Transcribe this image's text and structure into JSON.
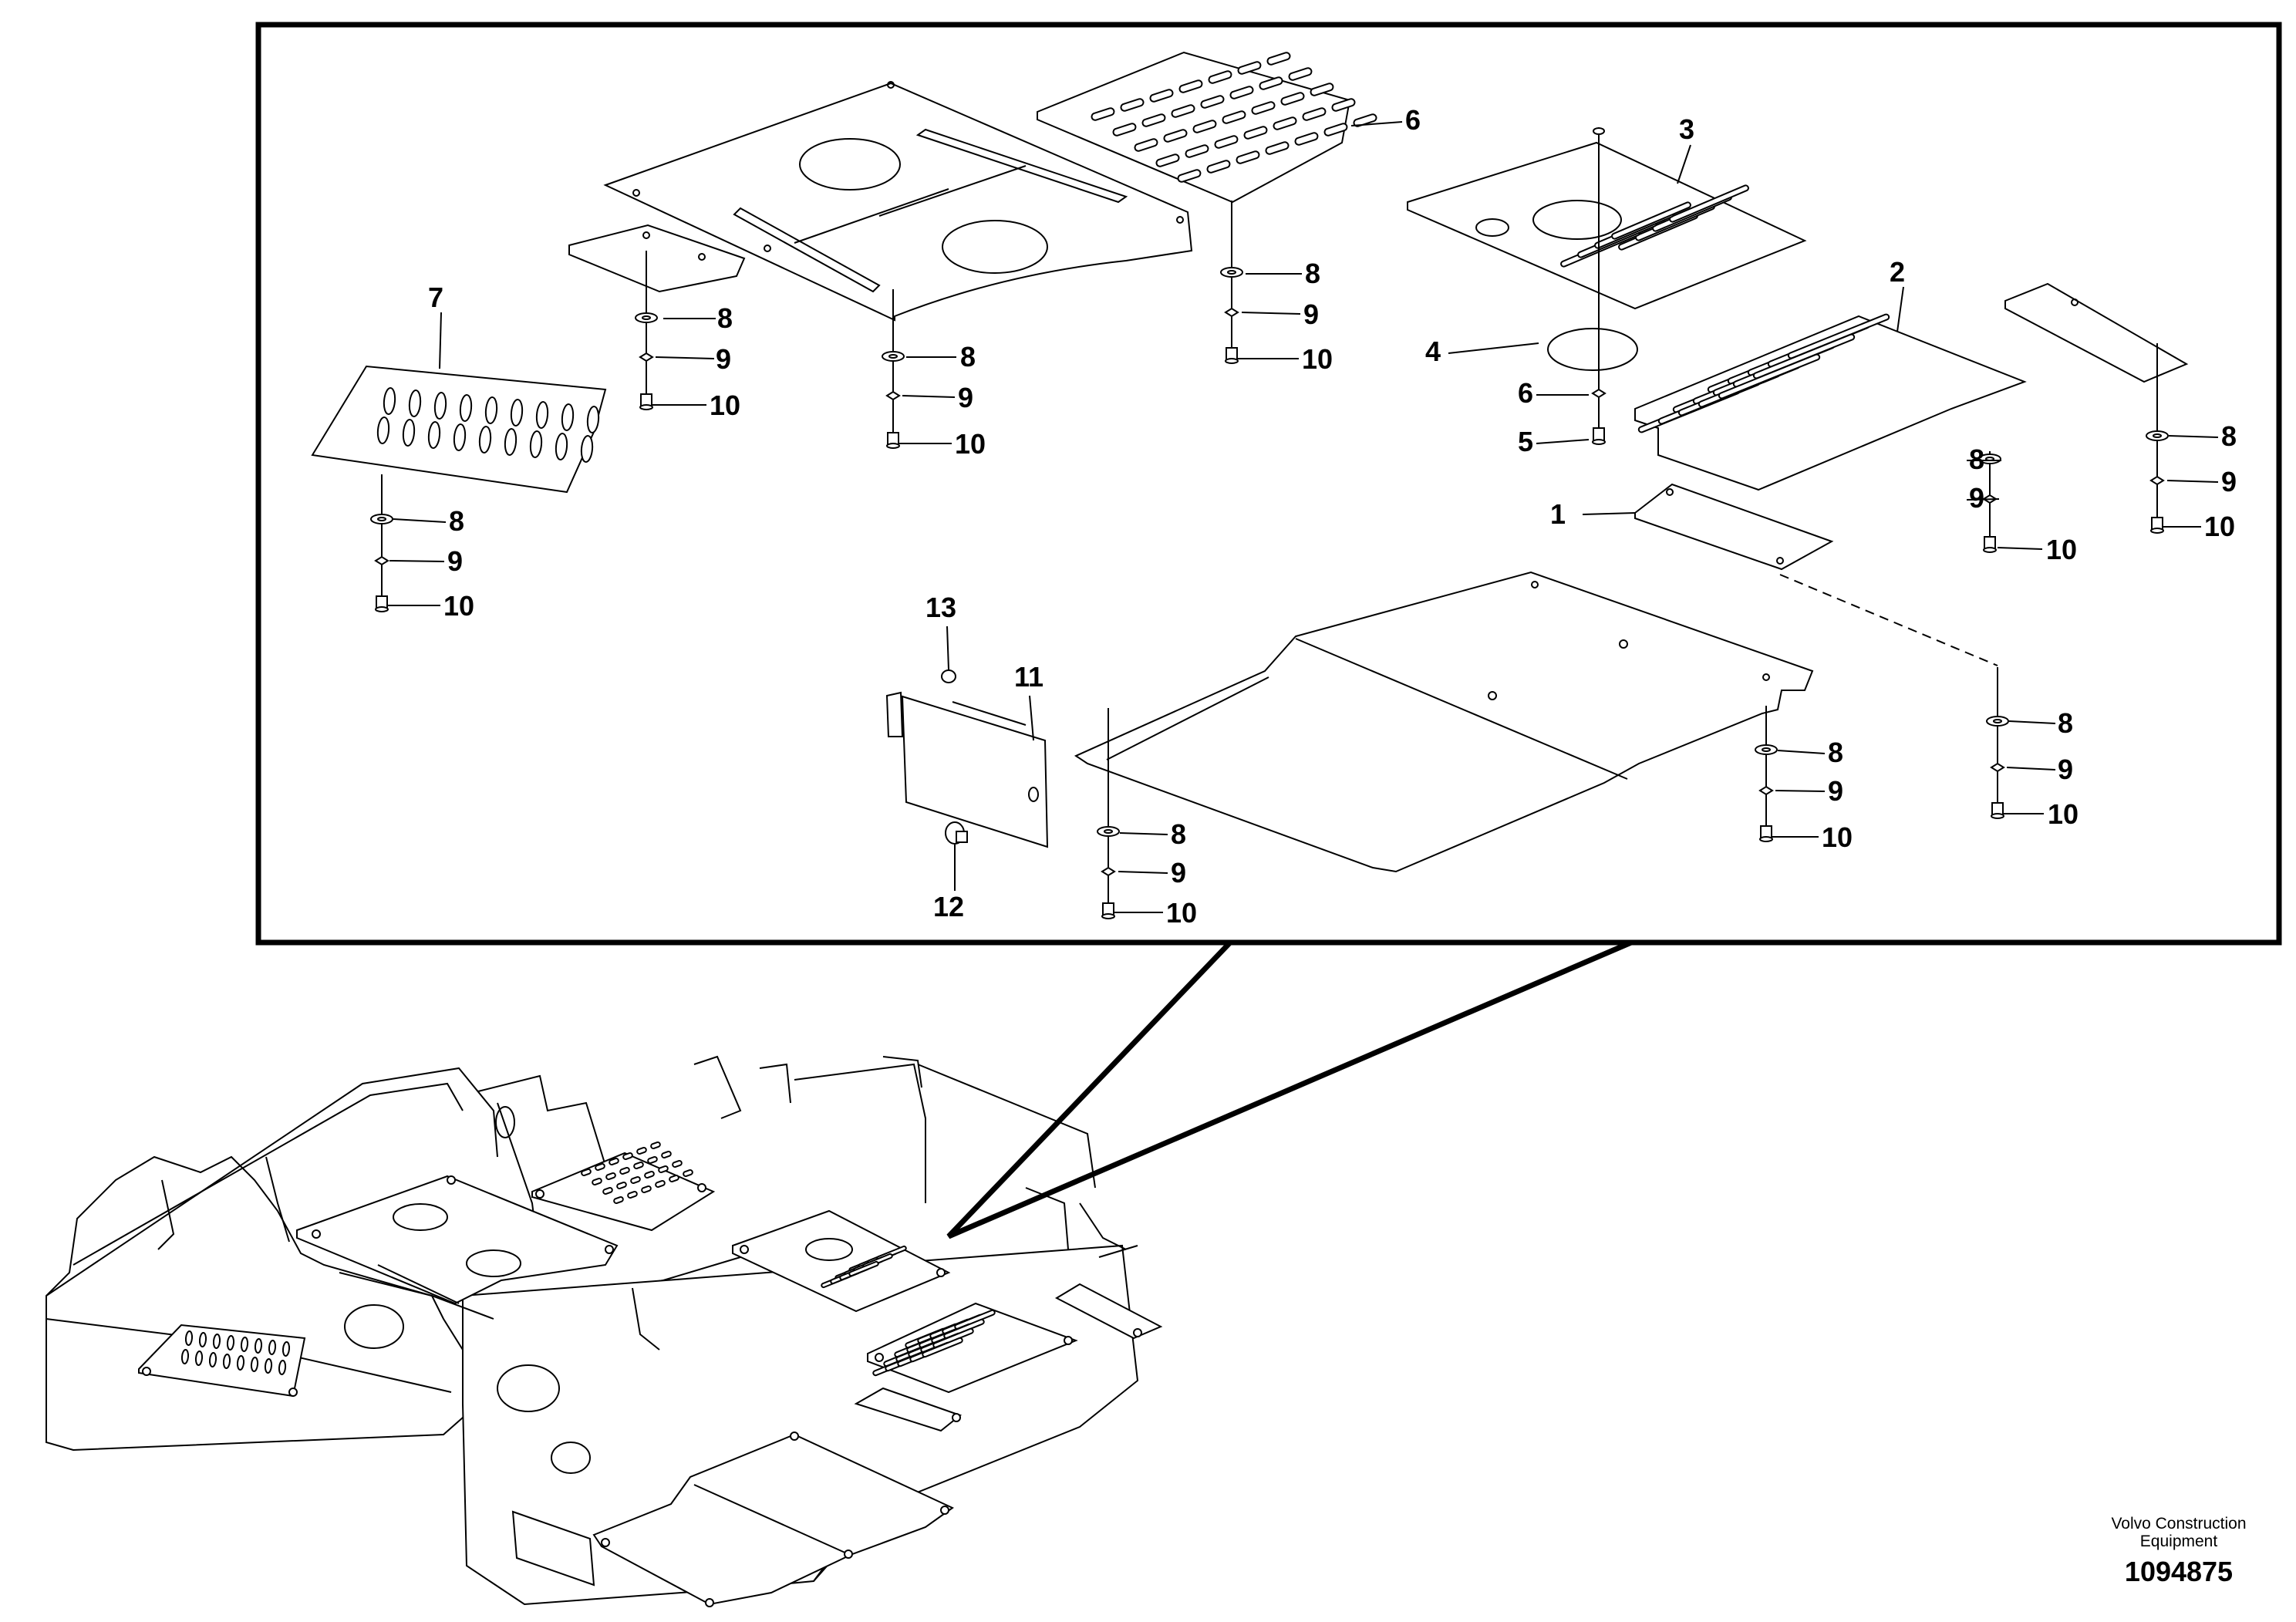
{
  "diagram": {
    "callouts": [
      "1",
      "2",
      "3",
      "4",
      "5",
      "6",
      "7",
      "8",
      "9",
      "10",
      "11",
      "12",
      "13"
    ],
    "footer": {
      "brand_line1": "Volvo Construction",
      "brand_line2": "Equipment",
      "document_number": "1094875"
    }
  }
}
